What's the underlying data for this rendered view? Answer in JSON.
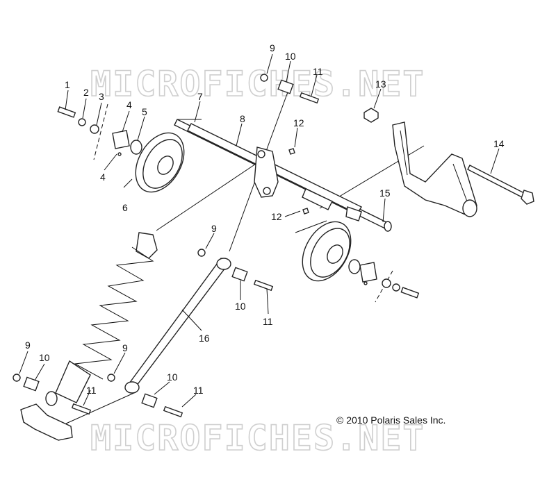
{
  "watermark": {
    "top": "MICROFICHES.NET",
    "bottom": "MICROFICHES.NET"
  },
  "copyright": "© 2010 Polaris Sales Inc.",
  "callouts": {
    "c1": "1",
    "c2": "2",
    "c3": "3",
    "c4a": "4",
    "c4b": "4",
    "c5": "5",
    "c6": "6",
    "c7": "7",
    "c8": "8",
    "c9a": "9",
    "c9b": "9",
    "c9c": "9",
    "c9d": "9",
    "c10a": "10",
    "c10b": "10",
    "c10c": "10",
    "c10d": "10",
    "c11a": "11",
    "c11b": "11",
    "c11c": "11",
    "c11d": "11",
    "c12a": "12",
    "c12b": "12",
    "c13": "13",
    "c14": "14",
    "c15": "15",
    "c16": "16"
  }
}
